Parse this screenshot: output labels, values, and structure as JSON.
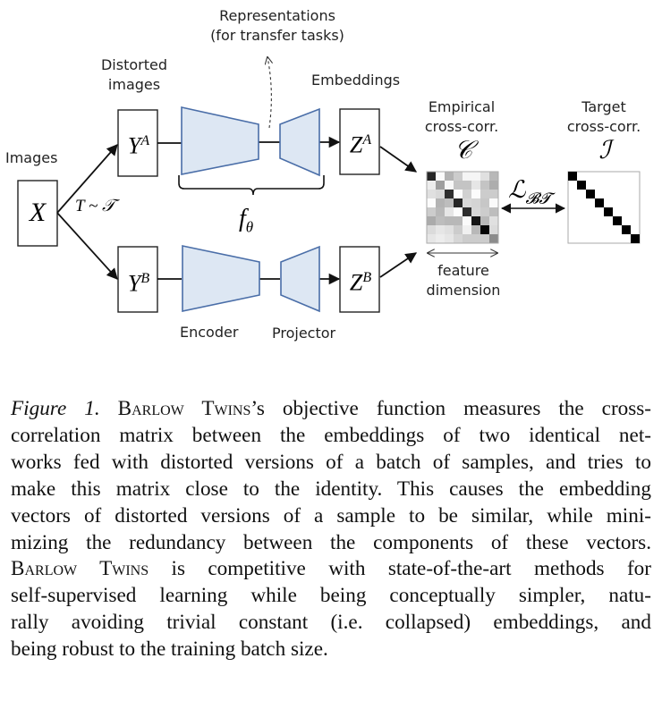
{
  "figure": {
    "labels": {
      "images": "Images",
      "distorted_line1": "Distorted",
      "distorted_line2": "images",
      "representations_line1": "Representations",
      "representations_line2": "(for transfer tasks)",
      "embeddings": "Embeddings",
      "empirical_line1": "Empirical",
      "empirical_line2": "cross-corr.",
      "target_line1": "Target",
      "target_line2": "cross-corr.",
      "feature_line1": "feature",
      "feature_line2": "dimension",
      "encoder": "Encoder",
      "projector": "Projector"
    },
    "math": {
      "x": "X",
      "ya_base": "Y",
      "ya_sup": "A",
      "yb_base": "Y",
      "yb_sup": "B",
      "za_base": "Z",
      "za_sup": "A",
      "zb_base": "Z",
      "zb_sup": "B",
      "transform": "T ~ 𝒯",
      "f_base": "f",
      "f_sub": "θ",
      "c_symbol": "𝒞",
      "i_symbol": "ℐ",
      "loss_base": "ℒ",
      "loss_sub": "𝓑𝓣"
    },
    "colors": {
      "network_fill": "#dde7f3",
      "network_stroke": "#4a6ea8",
      "line": "#111111"
    },
    "empirical_matrix_gray": [
      [
        0.15,
        0.98,
        0.7,
        0.8,
        0.96,
        0.96,
        0.88,
        0.72
      ],
      [
        0.93,
        0.62,
        0.97,
        0.77,
        0.77,
        0.9,
        0.77,
        0.68
      ],
      [
        0.88,
        0.85,
        0.18,
        0.99,
        0.82,
        0.99,
        0.8,
        0.8
      ],
      [
        0.99,
        0.7,
        0.74,
        0.15,
        0.85,
        0.83,
        0.78,
        0.98
      ],
      [
        0.8,
        0.72,
        0.9,
        0.99,
        0.18,
        0.84,
        0.8,
        0.74
      ],
      [
        0.67,
        0.74,
        0.72,
        0.72,
        0.98,
        0.08,
        0.72,
        0.88
      ],
      [
        0.86,
        0.9,
        0.88,
        0.8,
        0.94,
        0.72,
        0.02,
        0.86
      ],
      [
        0.9,
        0.93,
        0.9,
        0.84,
        0.8,
        0.8,
        0.8,
        0.55
      ]
    ],
    "identity_size": 8
  },
  "caption": {
    "figure_label": "Figure 1.",
    "lines": [
      [
        {
          "t": " "
        },
        {
          "sc": "Barlow Twins"
        },
        {
          "t": "’s objective function measures the cross-"
        }
      ],
      [
        {
          "t": "correlation matrix between the embeddings of two identical net-"
        }
      ],
      [
        {
          "t": "works fed with distorted versions of a batch of samples, and tries to"
        }
      ],
      [
        {
          "t": "make this matrix close to the identity. This causes the embedding"
        }
      ],
      [
        {
          "t": "vectors of distorted versions of a sample to be similar, while mini-"
        }
      ],
      [
        {
          "t": "mizing the redundancy between the components of these vectors."
        }
      ],
      [
        {
          "sc": "Barlow Twins"
        },
        {
          "t": " is competitive with state-of-the-art methods for"
        }
      ],
      [
        {
          "t": "self-supervised learning while being conceptually simpler, natu-"
        }
      ],
      [
        {
          "t": "rally avoiding trivial constant (i.e.  collapsed) embeddings, and"
        }
      ],
      [
        {
          "t": "being robust to the training batch size."
        }
      ]
    ]
  }
}
